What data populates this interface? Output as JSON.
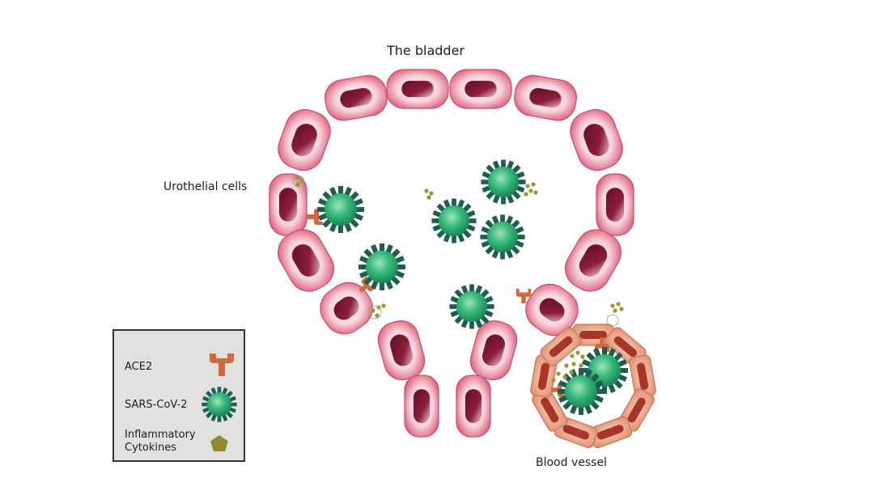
{
  "title": "The bladder",
  "labels": {
    "urothelial": "Urothelial cells",
    "blood_vessel": "Blood vessel"
  },
  "legend": {
    "items": [
      {
        "label": "ACE2",
        "icon": "ace2-receptor-icon"
      },
      {
        "label": "SARS-CoV-2",
        "icon": "virus-icon"
      },
      {
        "label": "Inflammatory Cytokines",
        "icon": "pentagon-icon"
      }
    ]
  },
  "colors": {
    "urothelial_cell": "#d9536f",
    "urothelial_nucleus": "#8c1e3a",
    "vessel_cell": "#e8a080",
    "vessel_nucleus": "#a8342a",
    "virus_body": "#34b877",
    "virus_spike": "#1e5e52",
    "ace2": "#d2693a",
    "cytokine": "#9a9630"
  }
}
